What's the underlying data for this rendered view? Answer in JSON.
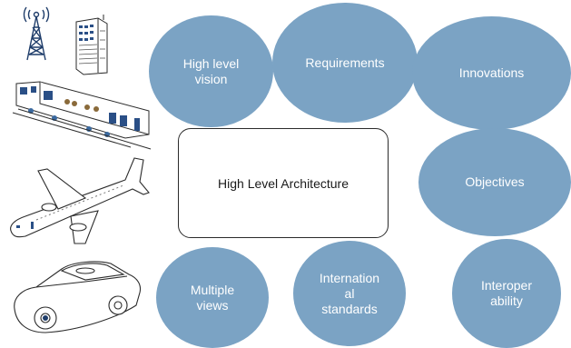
{
  "diagram": {
    "center": {
      "label": "High Level Architecture"
    },
    "bubbles": [
      {
        "id": "high-level-vision",
        "label": "High level\nvision"
      },
      {
        "id": "requirements",
        "label": "Requirements"
      },
      {
        "id": "innovations",
        "label": "Innovations"
      },
      {
        "id": "objectives",
        "label": "Objectives"
      },
      {
        "id": "interoperability",
        "label": "Interoper\nability"
      },
      {
        "id": "international-standards",
        "label": "Internation\nal\nstandards"
      },
      {
        "id": "multiple-views",
        "label": "Multiple\nviews"
      }
    ],
    "bubble_color": "#7ba3c4",
    "illustrations": [
      "radio-tower-icon",
      "office-building-icon",
      "train-icon",
      "airplane-icon",
      "car-icon"
    ]
  }
}
